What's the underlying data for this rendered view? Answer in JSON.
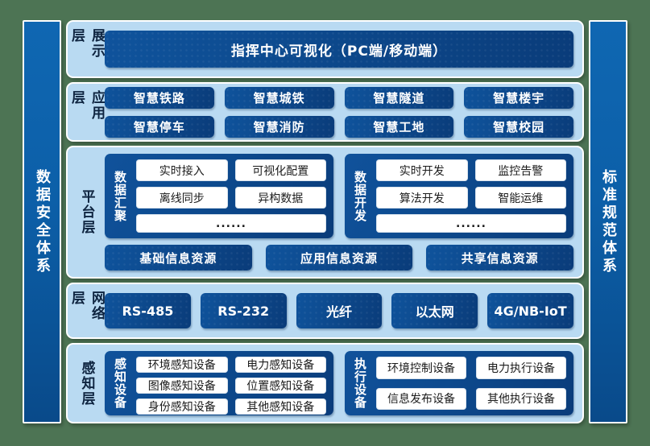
{
  "colors": {
    "canvas-green": "#4d7454",
    "panel-blue": "#b9daf2",
    "deep-blue": "#0d4a8e",
    "deep-blue-dark": "#0a3c7a",
    "bar-blue": "#0c5fa8",
    "label-navy": "#0e2440",
    "box-text": "#1c1c1c",
    "white": "#ffffff"
  },
  "left_bar": {
    "label": "数据安全体系"
  },
  "right_bar": {
    "label": "标准规范体系"
  },
  "layers": {
    "display": {
      "label": "展示层",
      "box": "指挥中心可视化（PC端/移动端）"
    },
    "application": {
      "label": "应用层",
      "items": [
        "智慧铁路",
        "智慧城铁",
        "智慧隧道",
        "智慧楼宇",
        "智慧停车",
        "智慧消防",
        "智慧工地",
        "智慧校园"
      ]
    },
    "platform": {
      "label": "平台层",
      "groups": [
        {
          "label": "数据汇聚",
          "items": [
            "实时接入",
            "可视化配置",
            "离线同步",
            "异构数据"
          ],
          "more": "......"
        },
        {
          "label": "数据开发",
          "items": [
            "实时开发",
            "监控告警",
            "算法开发",
            "智能运维"
          ],
          "more": "......"
        }
      ],
      "resources": [
        "基础信息资源",
        "应用信息资源",
        "共享信息资源"
      ]
    },
    "network": {
      "label": "网络层",
      "items": [
        "RS-485",
        "RS-232",
        "光纤",
        "以太网",
        "4G/NB-IoT"
      ]
    },
    "perception": {
      "label": "感知层",
      "groups": [
        {
          "label": "感知设备",
          "items": [
            "环境感知设备",
            "电力感知设备",
            "图像感知设备",
            "位置感知设备",
            "身份感知设备",
            "其他感知设备"
          ]
        },
        {
          "label": "执行设备",
          "items": [
            "环境控制设备",
            "电力执行设备",
            "信息发布设备",
            "其他执行设备"
          ]
        }
      ]
    }
  }
}
